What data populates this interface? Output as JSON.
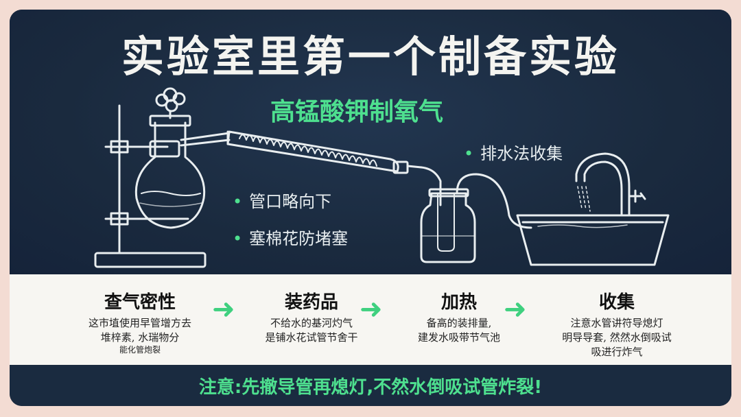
{
  "title": "实验室里第一个制备实验",
  "subtitle": "高锰酸钾制氧气",
  "notes": [
    {
      "text": "排水法收集"
    },
    {
      "text": "管口略向下"
    },
    {
      "text": "塞棉花防堵塞"
    }
  ],
  "steps": [
    {
      "title": "查气密性",
      "desc": [
        "这市埴使用早管增方去",
        "堆梓素, 水瑞物分"
      ],
      "small": "能化管炮裂"
    },
    {
      "title": "装药品",
      "desc": [
        "不给水的基河灼气",
        "是铺水花试管节舍干"
      ]
    },
    {
      "title": "加热",
      "desc": [
        "备高的装排量,",
        "建发水吸带节气池"
      ]
    },
    {
      "title": "收集",
      "desc": [
        "注意水管讲符导熄灯",
        "明导导套, 然然水倒吸试",
        "吸进行炸气"
      ]
    }
  ],
  "footer": "注意:先撤导管再熄灯,不然水倒吸试管炸裂!",
  "colors": {
    "board": "#1a2b40",
    "accent": "#4ee08f",
    "chalk": "#f4f4f0",
    "band": "#f7f6f2"
  }
}
